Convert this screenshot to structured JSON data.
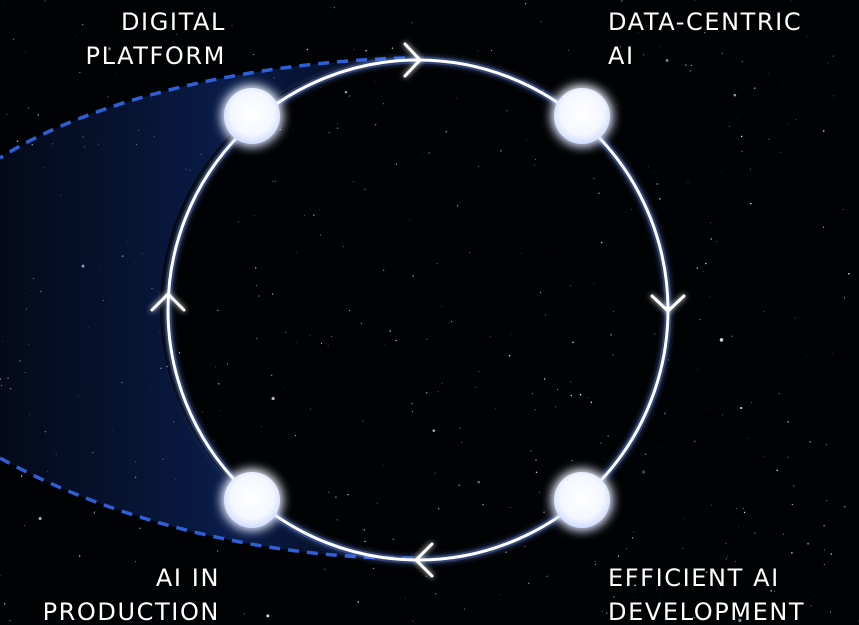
{
  "diagram": {
    "nodes": [
      {
        "id": "digital-platform",
        "lines": [
          "DIGITAL",
          "PLATFORM"
        ]
      },
      {
        "id": "data-centric-ai",
        "lines": [
          "DATA-CENTRIC",
          "AI"
        ]
      },
      {
        "id": "efficient-ai-development",
        "lines": [
          "EFFICIENT AI",
          "DEVELOPMENT"
        ]
      },
      {
        "id": "ai-in-production",
        "lines": [
          "AI IN",
          "PRODUCTION"
        ]
      }
    ],
    "cycle_direction": "clockwise",
    "edges": [
      {
        "from": "digital-platform",
        "to": "data-centric-ai"
      },
      {
        "from": "data-centric-ai",
        "to": "efficient-ai-development"
      },
      {
        "from": "efficient-ai-development",
        "to": "ai-in-production"
      },
      {
        "from": "ai-in-production",
        "to": "digital-platform"
      }
    ],
    "colors": {
      "background": "#000000",
      "ring": "#ffffff",
      "ring_glow": "#6f97ff",
      "node": "#ffffff",
      "dashed_trail": "#2e5fd6",
      "trail_fill": "#0e2a66",
      "text": "#ffffff"
    }
  }
}
